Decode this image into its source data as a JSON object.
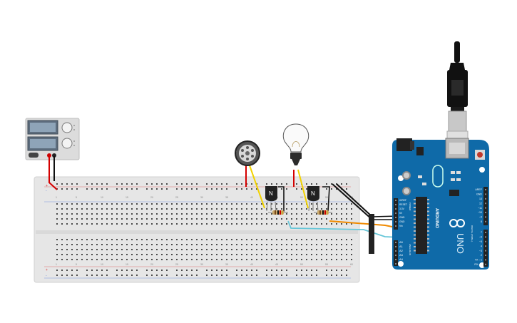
{
  "colors": {
    "background": "#ffffff",
    "breadboard": "#e6e6e6",
    "breadboard_edge": "#d2d2d2",
    "hole": "#4a4a4a",
    "rail_red": "#d33",
    "rail_blue": "#5a7bd6",
    "arduino_board": "#0f6aa8",
    "arduino_dark": "#0a4f80",
    "wire_red": "#d40000",
    "wire_black": "#111111",
    "wire_yellow": "#f2d200",
    "wire_orange": "#f08a00",
    "wire_cyan": "#66c6d8",
    "power_supply": "#dcdcdc",
    "transistor": "#222222",
    "resistor": "#c8a86a"
  },
  "icons": {
    "usb_cable": "usb-cable-icon",
    "speaker": "speaker-icon",
    "bulb": "light-bulb-icon",
    "transistor": "npn-transistor-icon",
    "arduino_logo": "arduino-infinity-logo"
  },
  "power_supply": {
    "display_1": "",
    "display_2": ""
  },
  "breadboard": {
    "column_numbers": [
      "1",
      "5",
      "10",
      "15",
      "20",
      "25",
      "30",
      "35",
      "40",
      "45",
      "50",
      "55",
      "60"
    ],
    "row_letters_top": [
      "a",
      "b",
      "c",
      "d",
      "e"
    ],
    "row_letters_bottom": [
      "f",
      "g",
      "h",
      "i",
      "j"
    ]
  },
  "transistors": {
    "t1_label": "N",
    "t2_label": "N"
  },
  "arduino": {
    "brand": "ARDUINO",
    "model": "UNO",
    "power_label": "POWER",
    "analog_label": "ANALOG IN",
    "digital_label": "DIGITAL (PWM~)",
    "power_pins": [
      "IOREF",
      "RESET",
      "3.3V",
      "5V",
      "GND",
      "GND",
      "Vin"
    ],
    "analog_pins": [
      "A0",
      "A1",
      "A2",
      "A3",
      "A4",
      "A5"
    ],
    "digital_pins_top": [
      "AREF",
      "GND",
      "13",
      "12",
      "~11",
      "~10",
      "~9",
      "8"
    ],
    "digital_pins_bottom": [
      "7",
      "~6",
      "~5",
      "4",
      "~3",
      "2",
      "TX→1",
      "RX←0"
    ]
  }
}
